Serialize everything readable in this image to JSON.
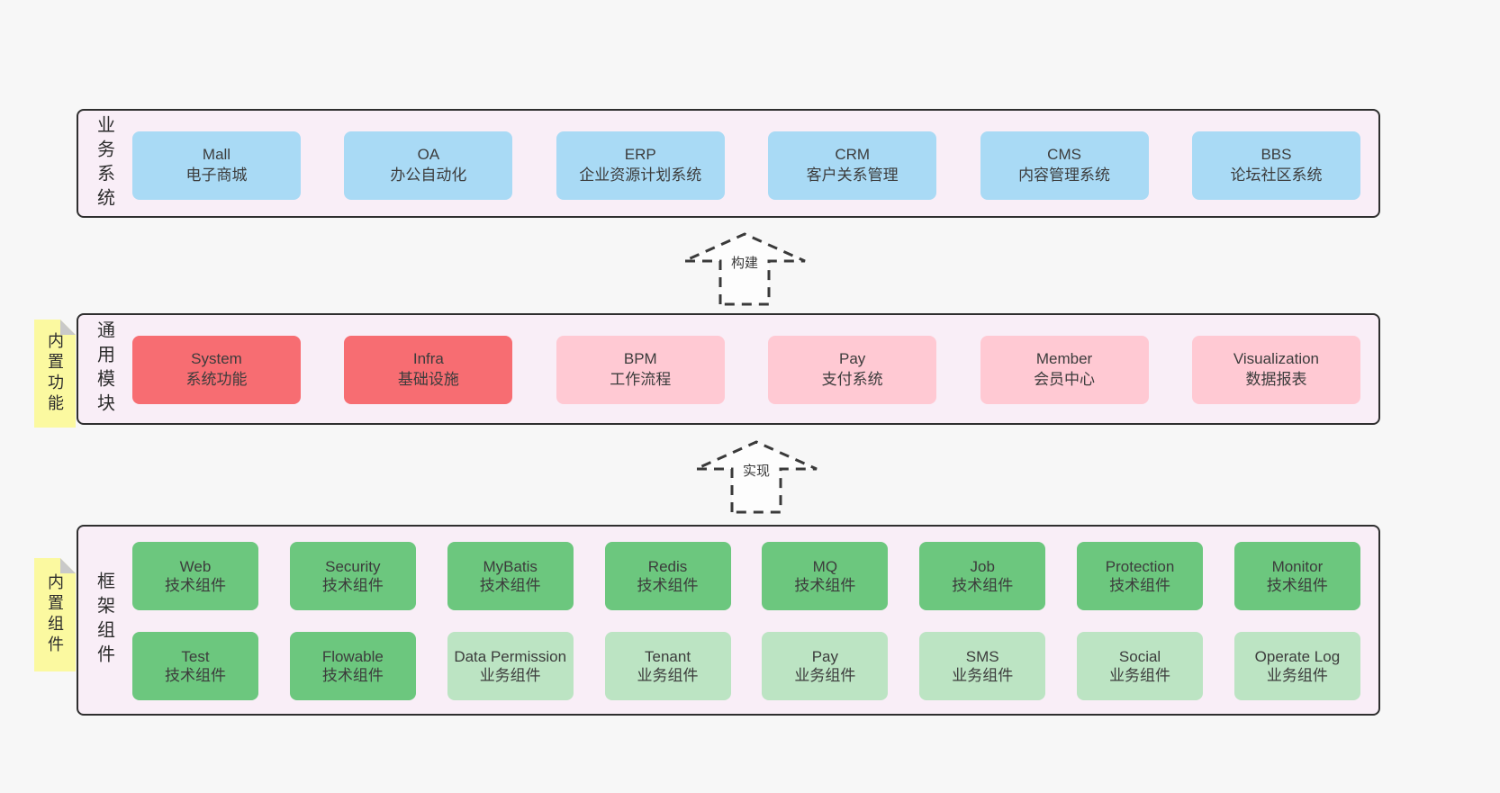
{
  "colors": {
    "page_background": "#f7f7f7",
    "container_fill": "#f9eef7",
    "container_border": "#2f2f2f",
    "box_blue": "#a9daf5",
    "box_red": "#f76d72",
    "box_pink": "#ffc9d3",
    "box_green": "#6cc77e",
    "box_light_green": "#bce4c3",
    "sticky_yellow": "#fbf9a0",
    "sticky_fold": "#c9c9c9",
    "text": "#3c3c3c"
  },
  "sections": {
    "business": {
      "side_label": "业务系统",
      "boxes": [
        {
          "title": "Mall",
          "subtitle": "电子商城",
          "variant": "blue"
        },
        {
          "title": "OA",
          "subtitle": "办公自动化",
          "variant": "blue"
        },
        {
          "title": "ERP",
          "subtitle": "企业资源计划系统",
          "variant": "blue"
        },
        {
          "title": "CRM",
          "subtitle": "客户关系管理",
          "variant": "blue"
        },
        {
          "title": "CMS",
          "subtitle": "内容管理系统",
          "variant": "blue"
        },
        {
          "title": "BBS",
          "subtitle": "论坛社区系统",
          "variant": "blue"
        }
      ]
    },
    "modules": {
      "side_label": "通用模块",
      "sticky_label": "内置功能",
      "boxes": [
        {
          "title": "System",
          "subtitle": "系统功能",
          "variant": "red"
        },
        {
          "title": "Infra",
          "subtitle": "基础设施",
          "variant": "red"
        },
        {
          "title": "BPM",
          "subtitle": "工作流程",
          "variant": "pink"
        },
        {
          "title": "Pay",
          "subtitle": "支付系统",
          "variant": "pink"
        },
        {
          "title": "Member",
          "subtitle": "会员中心",
          "variant": "pink"
        },
        {
          "title": "Visualization",
          "subtitle": "数据报表",
          "variant": "pink"
        }
      ]
    },
    "components": {
      "side_label": "框架组件",
      "sticky_label": "内置组件",
      "rows": [
        [
          {
            "title": "Web",
            "subtitle": "技术组件",
            "variant": "green"
          },
          {
            "title": "Security",
            "subtitle": "技术组件",
            "variant": "green"
          },
          {
            "title": "MyBatis",
            "subtitle": "技术组件",
            "variant": "green"
          },
          {
            "title": "Redis",
            "subtitle": "技术组件",
            "variant": "green"
          },
          {
            "title": "MQ",
            "subtitle": "技术组件",
            "variant": "green"
          },
          {
            "title": "Job",
            "subtitle": "技术组件",
            "variant": "green"
          },
          {
            "title": "Protection",
            "subtitle": "技术组件",
            "variant": "green"
          },
          {
            "title": "Monitor",
            "subtitle": "技术组件",
            "variant": "green"
          }
        ],
        [
          {
            "title": "Test",
            "subtitle": "技术组件",
            "variant": "green"
          },
          {
            "title": "Flowable",
            "subtitle": "技术组件",
            "variant": "green"
          },
          {
            "title": "Data Permission",
            "subtitle": "业务组件",
            "variant": "lightgreen"
          },
          {
            "title": "Tenant",
            "subtitle": "业务组件",
            "variant": "lightgreen"
          },
          {
            "title": "Pay",
            "subtitle": "业务组件",
            "variant": "lightgreen"
          },
          {
            "title": "SMS",
            "subtitle": "业务组件",
            "variant": "lightgreen"
          },
          {
            "title": "Social",
            "subtitle": "业务组件",
            "variant": "lightgreen"
          },
          {
            "title": "Operate Log",
            "subtitle": "业务组件",
            "variant": "lightgreen"
          }
        ]
      ]
    }
  },
  "arrows": [
    {
      "label": "构建"
    },
    {
      "label": "实现"
    }
  ]
}
